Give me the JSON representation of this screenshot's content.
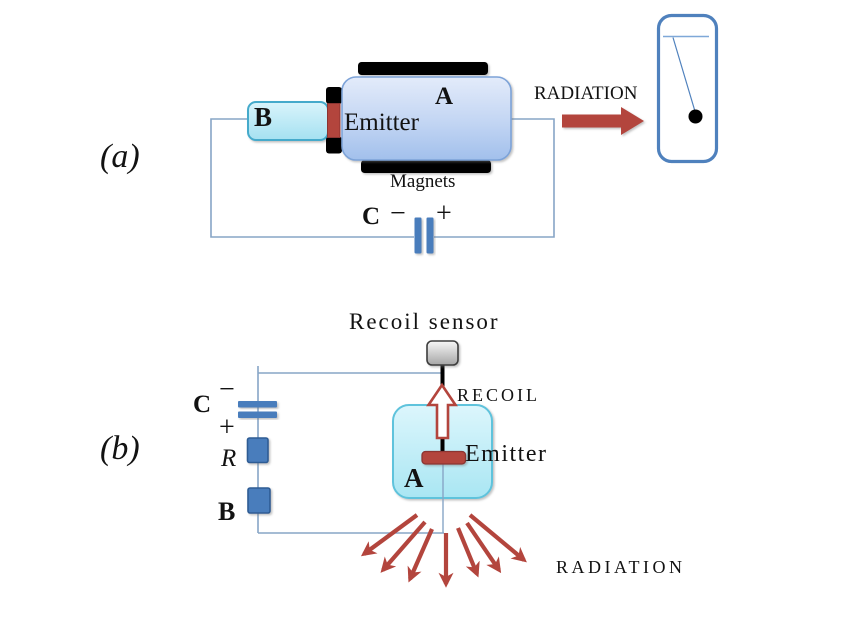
{
  "panel_a": {
    "fig_label": "(a)",
    "source_label": "B",
    "emitter_label": "Emitter",
    "chamber_label": "A",
    "magnets_label": "Magnets",
    "radiation_label": "RADIATION",
    "capacitor_label": "C",
    "minus_sign": "−",
    "plus_sign": "+"
  },
  "panel_b": {
    "fig_label": "(b)",
    "recoil_sensor_label": "Recoil sensor",
    "recoil_label": "RECOIL",
    "capacitor_label": "C",
    "minus_sign": "−",
    "plus_sign": "+",
    "resistor_label": "R",
    "battery_label": "B",
    "chamber_label": "A",
    "emitter_label": "Emitter",
    "radiation_label": "RADIATION"
  },
  "colors": {
    "wire_blue": "#87a5c6",
    "component_blue": "#4a7dbc",
    "meter_border_blue": "#4f81bd",
    "arrow_red": "#b3453d",
    "chamber_cyan_border": "#5fc3dc",
    "box_a_border": "#7da3d8",
    "box_b_border": "#45aacb",
    "black": "#000000"
  }
}
